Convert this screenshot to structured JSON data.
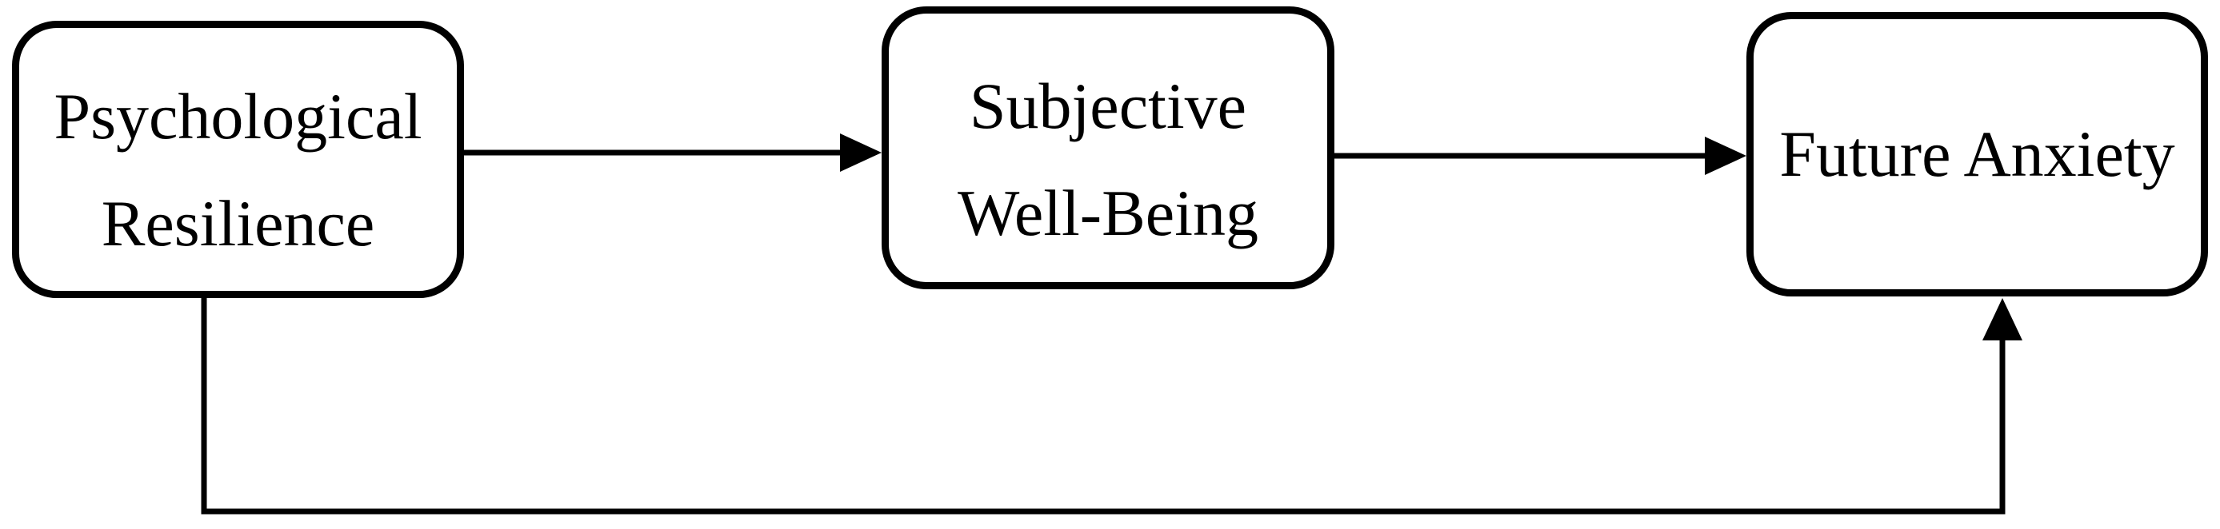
{
  "page": {
    "background_color": "#ffffff",
    "ink_color": "#000000"
  },
  "diagram": {
    "type": "path-model",
    "nodes": [
      {
        "id": "psychological-resilience",
        "lines": [
          "Psychological",
          "Resilience"
        ]
      },
      {
        "id": "subjective-well-being",
        "lines": [
          "Subjective",
          "Well-Being"
        ]
      },
      {
        "id": "future-anxiety",
        "lines": [
          "Future Anxiety"
        ]
      }
    ],
    "edges": [
      {
        "from": "psychological-resilience",
        "to": "subjective-well-being",
        "style": "straight-arrow"
      },
      {
        "from": "subjective-well-being",
        "to": "future-anxiety",
        "style": "straight-arrow"
      },
      {
        "from": "psychological-resilience",
        "to": "future-anxiety",
        "style": "bottom-elbow-arrow"
      }
    ]
  }
}
